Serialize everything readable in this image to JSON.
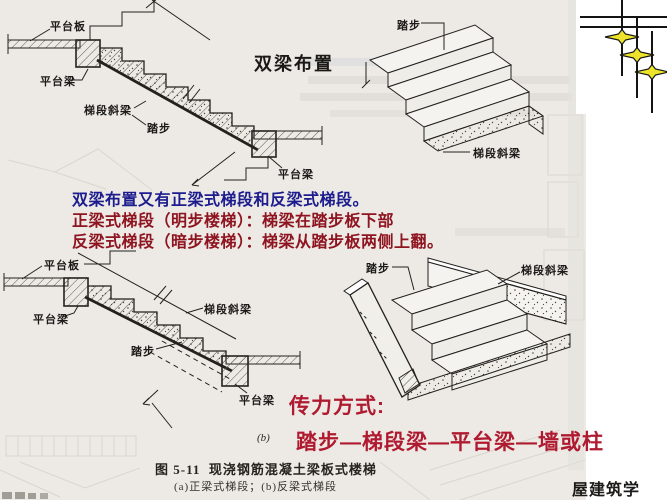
{
  "title": {
    "text": "双梁布置"
  },
  "diagram_a_section": {
    "labels": {
      "platform_slab": "平台板",
      "platform_beam_top": "平台梁",
      "flight_beam": "梯段斜梁",
      "step": "踏步",
      "platform_beam_bottom": "平台梁"
    }
  },
  "diagram_a_iso": {
    "labels": {
      "step": "踏步",
      "flight_beam": "梯段斜梁"
    }
  },
  "body": {
    "line1": "双梁布置又有正梁式梯段和反梁式梯段。",
    "line2": "正梁式梯段（明步楼梯）：梯梁在踏步板下部",
    "line3": "反梁式梯段（暗步楼梯）：梯梁从踏步板两侧上翻。"
  },
  "diagram_b_section": {
    "labels": {
      "platform_slab": "平台板",
      "platform_beam_top": "平台梁",
      "flight_beam": "梯段斜梁",
      "step": "踏步",
      "platform_beam_bottom": "平台梁"
    }
  },
  "diagram_b_iso": {
    "labels": {
      "step": "踏步",
      "flight_beam": "梯段斜梁"
    }
  },
  "transfer": {
    "heading": "传力方式:",
    "item_marker": "(b)",
    "path": "踏步—梯段梁—平台梁—墙或柱"
  },
  "caption": {
    "fig_no": "图 5-11",
    "title": "现浇钢筋混凝土梁板式楼梯",
    "sub": "(a)正梁式梯段；(b)反梁式梯段"
  },
  "footer": {
    "course": "屋建筑学"
  },
  "colors": {
    "body_line1": "#1c1c8e",
    "body_line23": "#8e1420",
    "transfer_red": "#b01a30",
    "logo_star_yellow": "#ece32a",
    "scan_paper": "#edeae5"
  }
}
